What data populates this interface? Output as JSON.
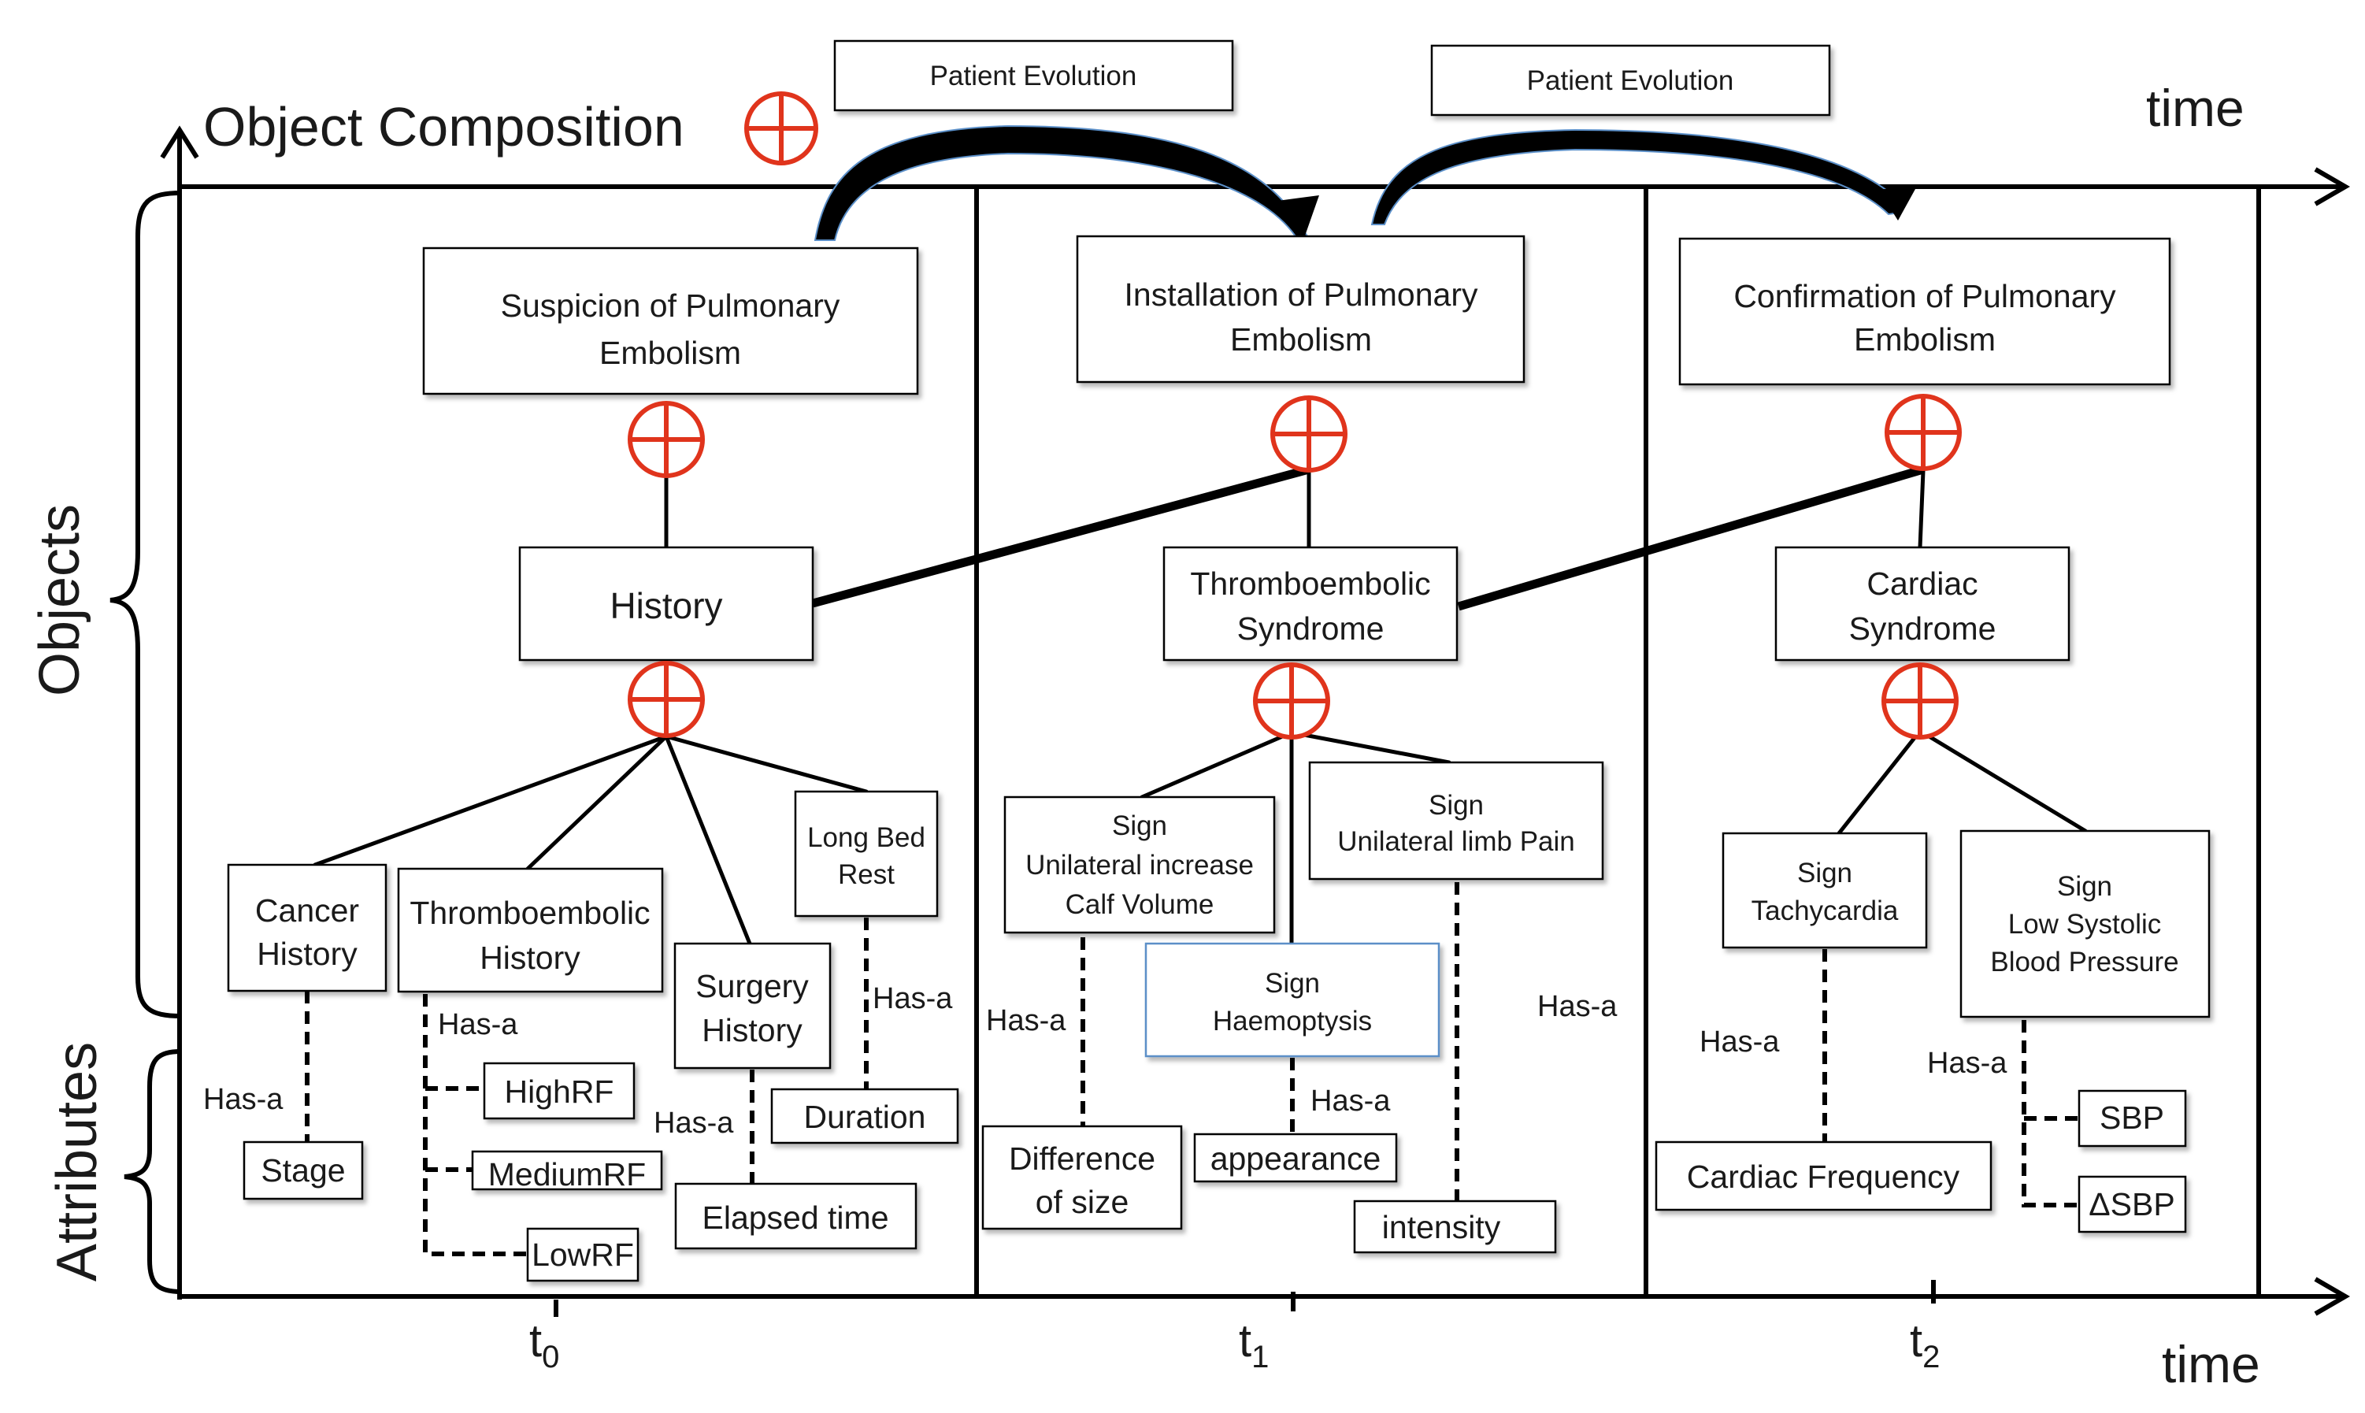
{
  "header": {
    "title": "Object Composition",
    "time_label": "time",
    "time_label_bottom": "time"
  },
  "side": {
    "objects_label": "Objects",
    "attributes_label": "Attributes"
  },
  "evolution": {
    "label_1": "Patient Evolution",
    "label_2": "Patient Evolution"
  },
  "ticks": [
    {
      "base": "t",
      "sub": "0"
    },
    {
      "base": "t",
      "sub": "1"
    },
    {
      "base": "t",
      "sub": "2"
    }
  ],
  "panel0": {
    "main_line1": "Suspicion of  Pulmonary",
    "main_line2": "Embolism",
    "sub": "History",
    "cancer_line1": "Cancer",
    "cancer_line2": "History",
    "thrombo_line1": "Thromboembolic",
    "thrombo_line2": "History",
    "surgery_line1": "Surgery",
    "surgery_line2": "History",
    "longbed_line1": "Long Bed",
    "longbed_line2": "Rest",
    "stage": "Stage",
    "highrf": "HighRF",
    "mediumrf": "MediumRF",
    "lowrf": "LowRF",
    "elapsed": "Elapsed time",
    "duration": "Duration",
    "hasa_cancer": "Has-a",
    "hasa_thrombo": "Has-a",
    "hasa_surgery": "Has-a",
    "hasa_longbed": "Has-a"
  },
  "panel1": {
    "main_line1": "Installation of Pulmonary",
    "main_line2": "Embolism",
    "sub_line1": "Thromboembolic",
    "sub_line2": "Syndrome",
    "calf_line1": "Sign",
    "calf_line2": "Unilateral increase",
    "calf_line3": "Calf Volume",
    "limb_line1": "Sign",
    "limb_line2": "Unilateral limb Pain",
    "haem_line1": "Sign",
    "haem_line2": "Haemoptysis",
    "diff_line1": "Difference",
    "diff_line2": "of size",
    "appearance": "appearance",
    "intensity": "intensity",
    "hasa_calf": "Has-a",
    "hasa_haem": "Has-a",
    "hasa_limb": "Has-a"
  },
  "panel2": {
    "main_line1": "Confirmation of  Pulmonary",
    "main_line2": "Embolism",
    "sub_line1": "Cardiac",
    "sub_line2": "Syndrome",
    "tachy_line1": "Sign",
    "tachy_line2": "Tachycardia",
    "lowsbp_line1": "Sign",
    "lowsbp_line2": "Low Systolic",
    "lowsbp_line3": "Blood Pressure",
    "cardiac_freq": "Cardiac  Frequency",
    "sbp": "SBP",
    "dsbp": "ΔSBP",
    "hasa_tachy": "Has-a",
    "hasa_lowsbp": "Has-a"
  },
  "colors": {
    "composition_symbol": "#e0341c",
    "haemoptysis_border": "#5b8fc8",
    "evolution_arrow_fill": "#000000",
    "evolution_arrow_edge": "#5b8fc8"
  },
  "icons": {
    "composition": "circle-plus-icon"
  }
}
